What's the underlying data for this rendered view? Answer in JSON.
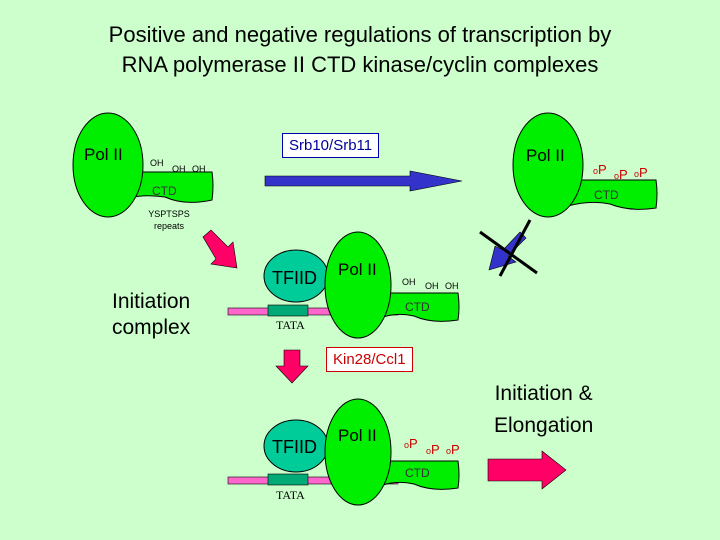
{
  "title": {
    "line1": "Positive and negative regulations of transcription by",
    "line2": "RNA polymerase II CTD kinase/cyclin complexes"
  },
  "labels": {
    "pol2": "Pol II",
    "tfiid": "TFIID",
    "ctd": "CTD",
    "oh": "OH",
    "tata": "TATA",
    "repeats_line1": "YSPTSPS",
    "repeats_line2": "repeats",
    "phospho_o": "o",
    "phospho_p": "P"
  },
  "kinases": {
    "srb": "Srb10/Srb11",
    "kin": "Kin28/Ccl1"
  },
  "states": {
    "initiation_complex_line1": "Initiation",
    "initiation_complex_line2": "complex",
    "elongation_line1": "Initiation &",
    "elongation_line2": "Elongation"
  },
  "colors": {
    "background": "#ccffcc",
    "polymerase": "#00ee00",
    "tfiid": "#00cc99",
    "dna": "#ff66cc",
    "blue_arrow": "#3333cc",
    "red_arrow": "#ff0066",
    "phospho": "#cc0000",
    "srb_text": "#000099",
    "kin_text": "#cc0000",
    "kin_border": "#cc0000"
  }
}
